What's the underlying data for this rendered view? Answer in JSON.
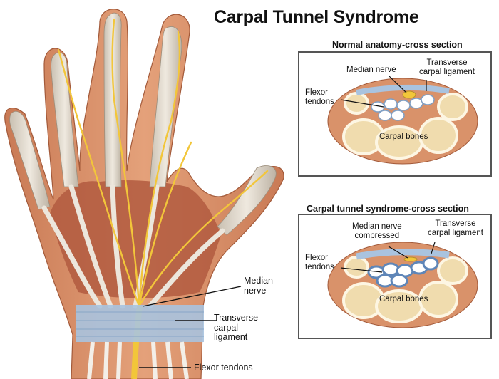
{
  "title": "Carpal Tunnel Syndrome",
  "hand": {
    "labels": {
      "median_nerve": [
        "Median",
        "nerve"
      ],
      "transverse_ligament": [
        "Transverse",
        "carpal",
        "ligament"
      ],
      "flexor_tendons": "Flexor tendons"
    }
  },
  "normal_panel": {
    "heading": "Normal anatomy-cross section",
    "labels": {
      "median_nerve": "Median nerve",
      "transverse_ligament": [
        "Transverse",
        "carpal ligament"
      ],
      "flexor_tendons": [
        "Flexor",
        "tendons"
      ],
      "carpal_bones": "Carpal bones"
    }
  },
  "cts_panel": {
    "heading": "Carpal tunnel syndrome-cross section",
    "labels": {
      "median_nerve": [
        "Median nerve",
        "compressed"
      ],
      "transverse_ligament": [
        "Transverse",
        "carpal ligament"
      ],
      "flexor_tendons": [
        "Flexor",
        "tendons"
      ],
      "carpal_bones": "Carpal bones"
    }
  },
  "colors": {
    "skin": "#d9926a",
    "muscle": "#b85a40",
    "tendon": "#e8e2d8",
    "nerve": "#f2c63a",
    "ligament": "#a9c3df",
    "bone": "#f0dcae",
    "bone_rim": "#fdf6e3"
  }
}
